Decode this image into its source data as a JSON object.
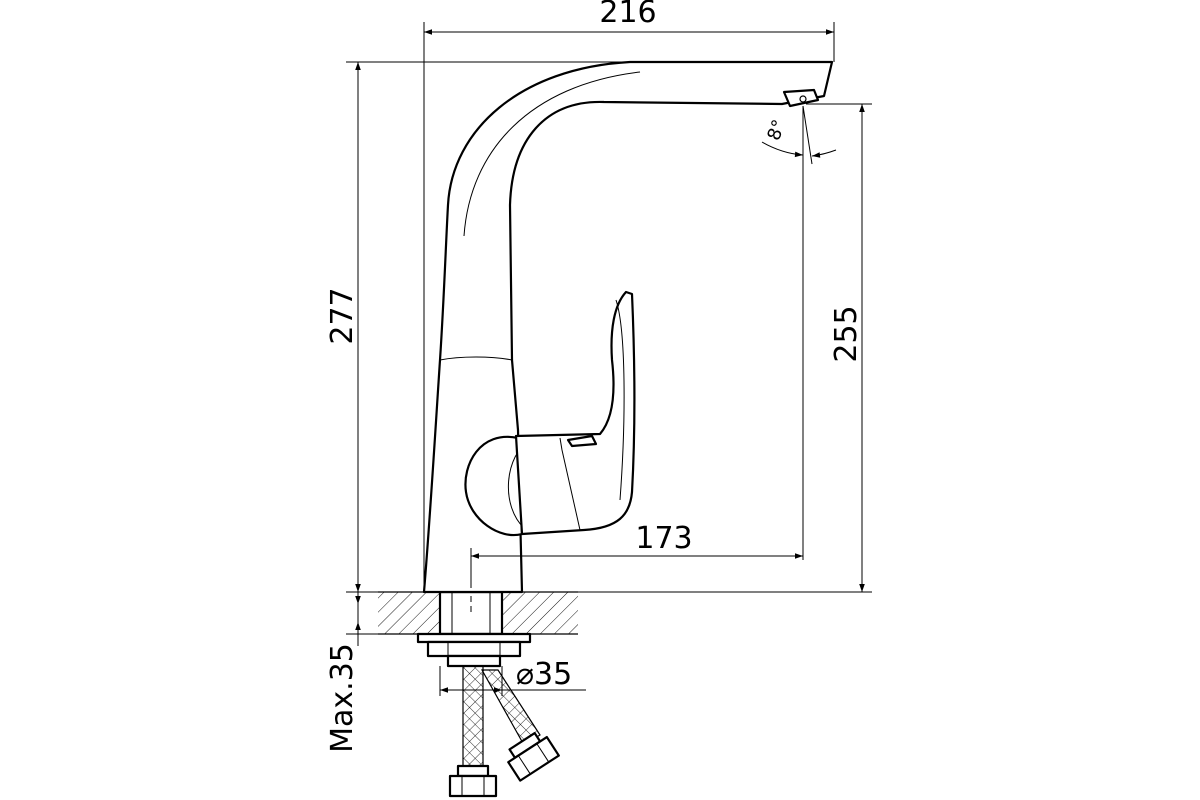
{
  "dimensions": {
    "total_width": "216",
    "total_height": "277",
    "spout_height": "255",
    "spout_reach": "173",
    "max_thickness": "Max.35",
    "hole_diameter": "⌀35",
    "spray_angle": "8°"
  },
  "colors": {
    "line": "#000000",
    "background": "#ffffff"
  }
}
